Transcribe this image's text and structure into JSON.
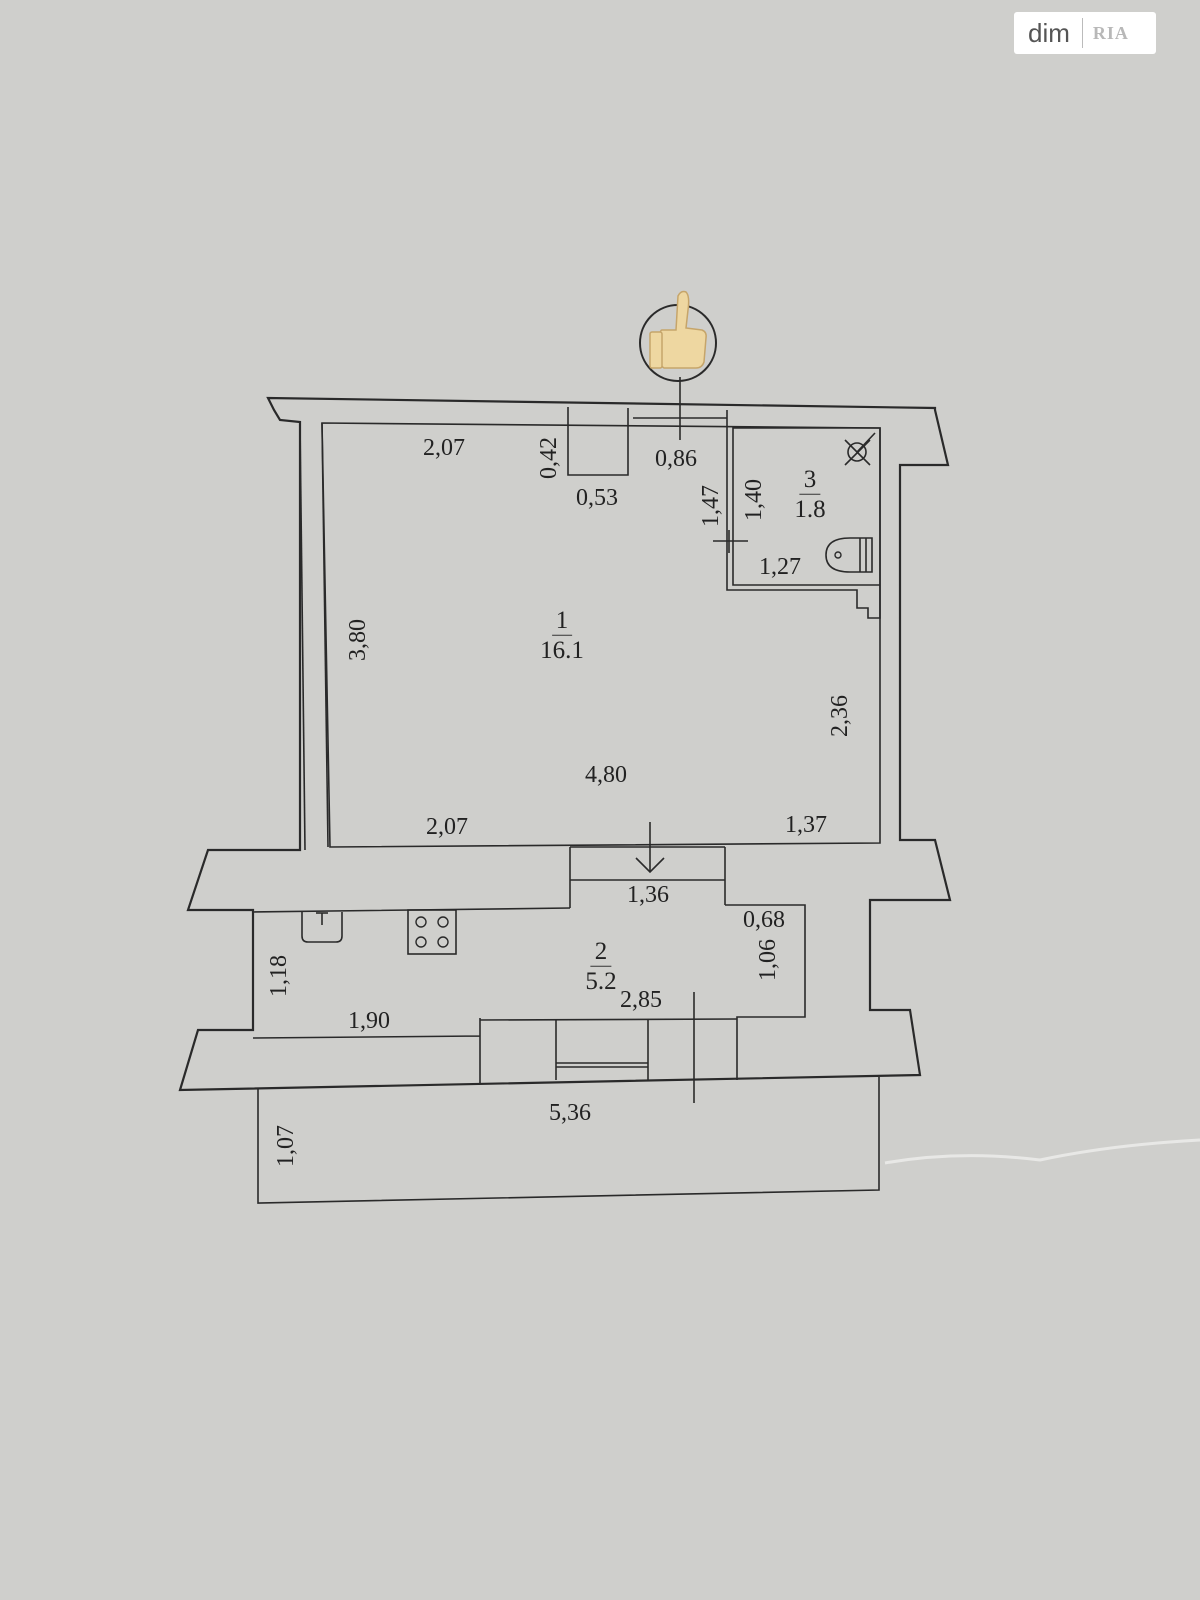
{
  "watermark": {
    "brand": "dim",
    "brand2": "RIA"
  },
  "rooms": [
    {
      "id": "1",
      "area": "16.1"
    },
    {
      "id": "2",
      "area": "5.2"
    },
    {
      "id": "3",
      "area": "1.8"
    }
  ],
  "dimensions": {
    "top_left_width": "2,07",
    "niche_depth": "0,42",
    "niche_width": "0,53",
    "top_gap": "0,86",
    "bath_side_a": "1,47",
    "bath_side_b": "1,40",
    "bath_width": "1,27",
    "room1_height": "3,80",
    "room1_depth": "4,80",
    "room1_right_height": "2,36",
    "bottom_left_width": "2,07",
    "bottom_right_width": "1,37",
    "door_width": "1,36",
    "kitchen_right_depth": "0,68",
    "kitchen_right_height": "1,06",
    "kitchen_height": "1,18",
    "kitchen_left_width": "1,90",
    "kitchen_width": "2,85",
    "balcony_width": "5,36",
    "balcony_depth": "1,07"
  },
  "icons": {
    "compass": "thumbs-up-icon",
    "bath_fixture": "shower-icon",
    "toilet": "toilet-icon",
    "stove": "stove-icon",
    "sink": "sink-icon"
  }
}
